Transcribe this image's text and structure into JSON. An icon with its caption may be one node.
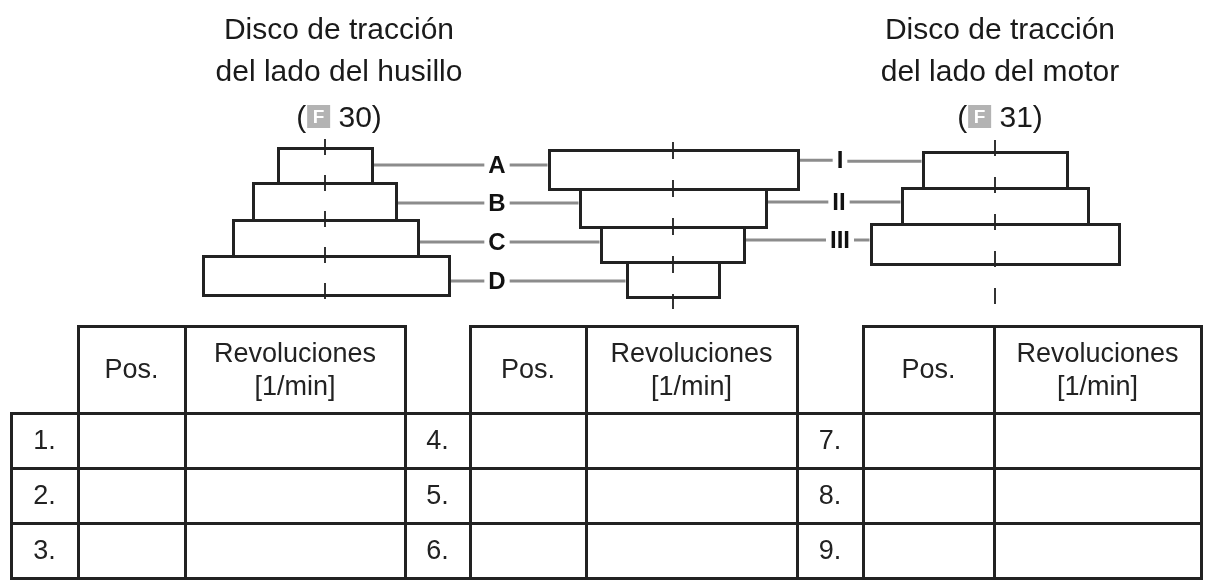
{
  "diagram": {
    "nodes": [
      {
        "text": [],
        "shape": "box"
      },
      {
        "text": [],
        "shape": "box"
      },
      {
        "text": [],
        "shape": "box"
      },
      {
        "text": [],
        "shape": "box"
      },
      {
        "text": [
          "A"
        ]
      },
      {
        "text": [
          "B"
        ]
      },
      {
        "text": [
          "C"
        ]
      },
      {
        "text": [
          "D"
        ]
      },
      {
        "text": [],
        "shape": "box"
      },
      {
        "text": [],
        "shape": "box"
      },
      {
        "text": [],
        "shape": "box"
      },
      {
        "text": [],
        "shape": "box"
      },
      {
        "text": [
          "I"
        ]
      },
      {
        "text": [
          "II"
        ]
      },
      {
        "text": [
          "III"
        ]
      },
      {
        "text": [],
        "shape": "box"
      },
      {
        "text": [],
        "shape": "box"
      },
      {
        "text": [],
        "shape": "box"
      }
    ],
    "edges": [
      {
        "from": 4,
        "to": 0,
        "arrow": "none"
      },
      {
        "from": 4,
        "to": 8,
        "arrow": "none"
      },
      {
        "from": 5,
        "to": 1,
        "arrow": "none"
      },
      {
        "from": 5,
        "to": 9,
        "arrow": "none"
      },
      {
        "from": 6,
        "to": 2,
        "arrow": "none"
      },
      {
        "from": 6,
        "to": 10,
        "arrow": "none"
      },
      {
        "from": 7,
        "to": 3,
        "arrow": "none"
      },
      {
        "from": 7,
        "to": 11,
        "arrow": "none"
      },
      {
        "from": 12,
        "to": 8,
        "arrow": "none"
      },
      {
        "from": 12,
        "to": 15,
        "arrow": "none"
      },
      {
        "from": 13,
        "to": 9,
        "arrow": "none"
      },
      {
        "from": 13,
        "to": 16,
        "arrow": "none"
      },
      {
        "from": 14,
        "to": 10,
        "arrow": "none"
      },
      {
        "from": 14,
        "to": 17,
        "arrow": "none"
      }
    ],
    "labels": [
      "Disco de tracción del lado del husillo",
      "(**F** 30)",
      "Disco de tracción del lado del motor",
      "(**F** 31)",
      "Pos.",
      "Revoluciones [1/min]",
      "Pos.",
      "Revoluciones [1/min]",
      "Pos.",
      "Revoluciones [1/min]",
      "1.",
      "4.",
      "7.",
      "2.",
      "5.",
      "8.",
      "3.",
      "6.",
      "9."
    ]
  }
}
